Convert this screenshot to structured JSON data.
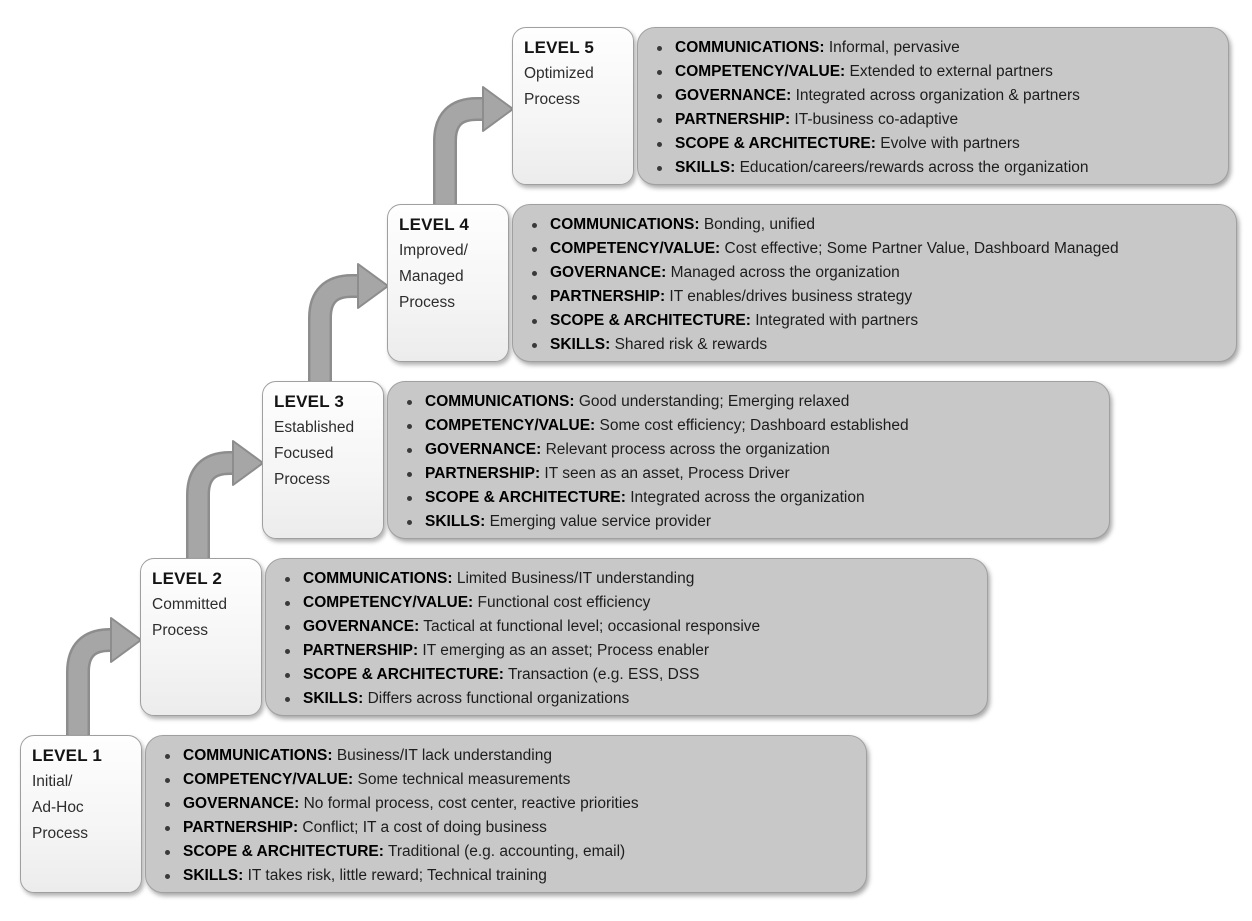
{
  "colors": {
    "detail_box_fill": "#c8c8c8",
    "detail_box_border": "#a0a0a0",
    "label_box_fill": "#f8f8f8",
    "label_box_border": "#9f9f9f",
    "arrow_fill": "#a6a6a6",
    "arrow_outline": "#8d8d8d",
    "text": "#1d1d1d"
  },
  "levels": [
    {
      "number": 5,
      "label": "LEVEL 5",
      "sublabel": "Optimized\nProcess",
      "attributes": [
        {
          "name": "COMMUNICATIONS:",
          "value": "Informal, pervasive"
        },
        {
          "name": "COMPETENCY/VALUE:",
          "value": "Extended to external partners"
        },
        {
          "name": "GOVERNANCE:",
          "value": "Integrated across organization & partners"
        },
        {
          "name": "PARTNERSHIP:",
          "value": "IT-business co-adaptive"
        },
        {
          "name": "SCOPE & ARCHITECTURE:",
          "value": "Evolve with partners"
        },
        {
          "name": "SKILLS:",
          "value": "Education/careers/rewards across the organization"
        }
      ]
    },
    {
      "number": 4,
      "label": "LEVEL 4",
      "sublabel": "Improved/\nManaged\nProcess",
      "attributes": [
        {
          "name": "COMMUNICATIONS:",
          "value": "Bonding, unified"
        },
        {
          "name": "COMPETENCY/VALUE:",
          "value": "Cost effective; Some Partner Value, Dashboard Managed"
        },
        {
          "name": "GOVERNANCE:",
          "value": "Managed across the organization"
        },
        {
          "name": "PARTNERSHIP:",
          "value": "IT enables/drives business strategy"
        },
        {
          "name": "SCOPE & ARCHITECTURE:",
          "value": "Integrated with partners"
        },
        {
          "name": "SKILLS:",
          "value": "Shared risk & rewards"
        }
      ]
    },
    {
      "number": 3,
      "label": "LEVEL 3",
      "sublabel": "Established\nFocused\nProcess",
      "attributes": [
        {
          "name": "COMMUNICATIONS:",
          "value": "Good understanding; Emerging relaxed"
        },
        {
          "name": "COMPETENCY/VALUE:",
          "value": "Some cost efficiency; Dashboard established"
        },
        {
          "name": "GOVERNANCE:",
          "value": "Relevant process across the organization"
        },
        {
          "name": "PARTNERSHIP:",
          "value": "IT seen as an asset, Process Driver"
        },
        {
          "name": "SCOPE & ARCHITECTURE:",
          "value": "Integrated across the organization"
        },
        {
          "name": "SKILLS:",
          "value": "Emerging value service provider"
        }
      ]
    },
    {
      "number": 2,
      "label": "LEVEL 2",
      "sublabel": "Committed\nProcess",
      "attributes": [
        {
          "name": "COMMUNICATIONS:",
          "value": "Limited Business/IT understanding"
        },
        {
          "name": "COMPETENCY/VALUE:",
          "value": "Functional cost efficiency"
        },
        {
          "name": "GOVERNANCE:",
          "value": "Tactical at functional level; occasional responsive"
        },
        {
          "name": "PARTNERSHIP:",
          "value": "IT emerging as an asset; Process enabler"
        },
        {
          "name": "SCOPE & ARCHITECTURE:",
          "value": "Transaction (e.g. ESS, DSS"
        },
        {
          "name": "SKILLS:",
          "value": "Differs across functional organizations"
        }
      ]
    },
    {
      "number": 1,
      "label": "LEVEL 1",
      "sublabel": "Initial/\nAd-Hoc\nProcess",
      "attributes": [
        {
          "name": "COMMUNICATIONS:",
          "value": "Business/IT lack understanding"
        },
        {
          "name": "COMPETENCY/VALUE:",
          "value": "Some technical measurements"
        },
        {
          "name": "GOVERNANCE:",
          "value": "No formal process, cost center, reactive priorities"
        },
        {
          "name": "PARTNERSHIP:",
          "value": "Conflict; IT a cost of doing business"
        },
        {
          "name": "SCOPE & ARCHITECTURE:",
          "value": "Traditional (e.g. accounting, email)"
        },
        {
          "name": "SKILLS:",
          "value": "IT takes risk, little reward; Technical training"
        }
      ]
    }
  ]
}
